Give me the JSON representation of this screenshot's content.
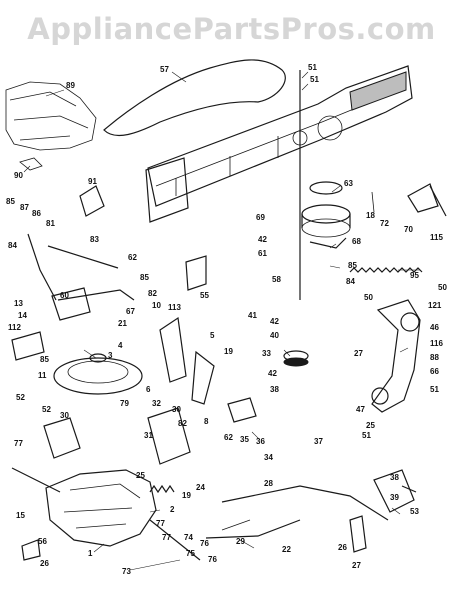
{
  "watermark": "AppliancePartsPros.com",
  "callouts": [
    {
      "id": "c57",
      "text": "57"
    },
    {
      "id": "c89",
      "text": "89"
    },
    {
      "id": "c91",
      "text": "91"
    },
    {
      "id": "c90",
      "text": "90"
    },
    {
      "id": "c51a",
      "text": "51"
    },
    {
      "id": "c51b",
      "text": "51"
    },
    {
      "id": "c63",
      "text": "63"
    },
    {
      "id": "c18",
      "text": "18"
    },
    {
      "id": "c72",
      "text": "72"
    },
    {
      "id": "c70",
      "text": "70"
    },
    {
      "id": "c115",
      "text": "115"
    },
    {
      "id": "c69",
      "text": "69"
    },
    {
      "id": "c42a",
      "text": "42"
    },
    {
      "id": "c61a",
      "text": "61"
    },
    {
      "id": "c68",
      "text": "68"
    },
    {
      "id": "c85a",
      "text": "85"
    },
    {
      "id": "c87",
      "text": "87"
    },
    {
      "id": "c86",
      "text": "86"
    },
    {
      "id": "c81",
      "text": "81"
    },
    {
      "id": "c83",
      "text": "83"
    },
    {
      "id": "c62",
      "text": "62"
    },
    {
      "id": "c84a",
      "text": "84"
    },
    {
      "id": "c85b",
      "text": "85"
    },
    {
      "id": "c55",
      "text": "55"
    },
    {
      "id": "c58",
      "text": "58"
    },
    {
      "id": "c85c",
      "text": "85"
    },
    {
      "id": "c84b",
      "text": "84"
    },
    {
      "id": "c95",
      "text": "95"
    },
    {
      "id": "c41",
      "text": "41"
    },
    {
      "id": "c42b",
      "text": "42"
    },
    {
      "id": "c40",
      "text": "40"
    },
    {
      "id": "c50a",
      "text": "50"
    },
    {
      "id": "c50b",
      "text": "50"
    },
    {
      "id": "c121",
      "text": "121"
    },
    {
      "id": "c46",
      "text": "46"
    },
    {
      "id": "c116",
      "text": "116"
    },
    {
      "id": "c88",
      "text": "88"
    },
    {
      "id": "c66",
      "text": "66"
    },
    {
      "id": "c27a",
      "text": "27"
    },
    {
      "id": "c13",
      "text": "13"
    },
    {
      "id": "c14",
      "text": "14"
    },
    {
      "id": "c112",
      "text": "112"
    },
    {
      "id": "c85d",
      "text": "85"
    },
    {
      "id": "c60",
      "text": "60"
    },
    {
      "id": "c82",
      "text": "82"
    },
    {
      "id": "c10",
      "text": "10"
    },
    {
      "id": "c113",
      "text": "113"
    },
    {
      "id": "c67",
      "text": "67"
    },
    {
      "id": "c21",
      "text": "21"
    },
    {
      "id": "c3",
      "text": "3"
    },
    {
      "id": "c4",
      "text": "4"
    },
    {
      "id": "c5",
      "text": "5"
    },
    {
      "id": "c6",
      "text": "6"
    },
    {
      "id": "c19",
      "text": "19"
    },
    {
      "id": "c11",
      "text": "11"
    },
    {
      "id": "c33",
      "text": "33"
    },
    {
      "id": "c42c",
      "text": "42"
    },
    {
      "id": "c38",
      "text": "38"
    },
    {
      "id": "c51c",
      "text": "51"
    },
    {
      "id": "c47",
      "text": "47"
    },
    {
      "id": "c25a",
      "text": "25"
    },
    {
      "id": "c51d",
      "text": "51"
    },
    {
      "id": "c52a",
      "text": "52"
    },
    {
      "id": "c52b",
      "text": "52"
    },
    {
      "id": "c30a",
      "text": "30"
    },
    {
      "id": "c79",
      "text": "79"
    },
    {
      "id": "c32",
      "text": "32"
    },
    {
      "id": "c30b",
      "text": "30"
    },
    {
      "id": "c77a",
      "text": "77"
    },
    {
      "id": "c31",
      "text": "31"
    },
    {
      "id": "c82b",
      "text": "82"
    },
    {
      "id": "c62b",
      "text": "62"
    },
    {
      "id": "c35",
      "text": "35"
    },
    {
      "id": "c36",
      "text": "36"
    },
    {
      "id": "c34",
      "text": "34"
    },
    {
      "id": "c37",
      "text": "37"
    },
    {
      "id": "c8",
      "text": "8"
    },
    {
      "id": "c25b",
      "text": "25"
    },
    {
      "id": "c19b",
      "text": "19"
    },
    {
      "id": "c24",
      "text": "24"
    },
    {
      "id": "c15",
      "text": "15"
    },
    {
      "id": "c2",
      "text": "2"
    },
    {
      "id": "c77b",
      "text": "77"
    },
    {
      "id": "c28",
      "text": "28"
    },
    {
      "id": "c38b",
      "text": "38"
    },
    {
      "id": "c39",
      "text": "39"
    },
    {
      "id": "c53",
      "text": "53"
    },
    {
      "id": "c74",
      "text": "74"
    },
    {
      "id": "c76a",
      "text": "76"
    },
    {
      "id": "c75",
      "text": "75"
    },
    {
      "id": "c29",
      "text": "29"
    },
    {
      "id": "c22",
      "text": "22"
    },
    {
      "id": "c26a",
      "text": "26"
    },
    {
      "id": "c27b",
      "text": "27"
    },
    {
      "id": "c1",
      "text": "1"
    },
    {
      "id": "c56",
      "text": "56"
    },
    {
      "id": "c26b",
      "text": "26"
    },
    {
      "id": "c73",
      "text": "73"
    },
    {
      "id": "c76b",
      "text": "76"
    },
    {
      "id": "c77c",
      "text": "77"
    }
  ]
}
